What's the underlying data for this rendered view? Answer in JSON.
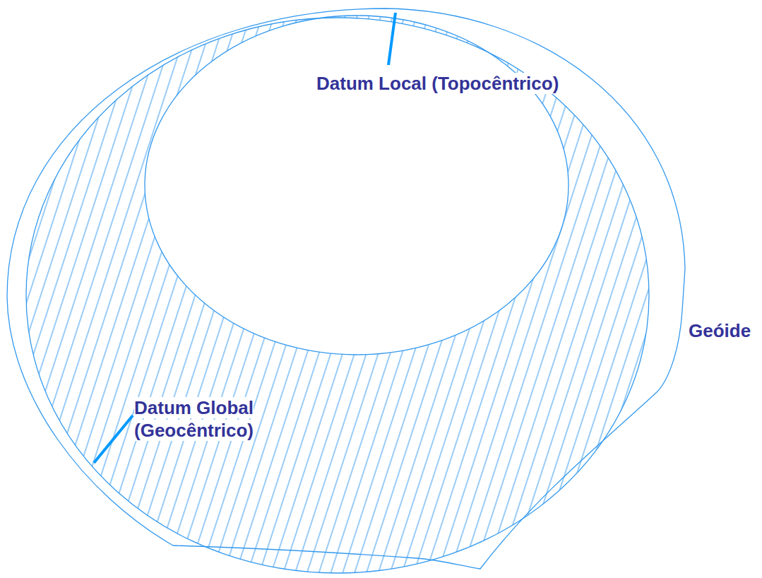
{
  "diagram": {
    "labels": [
      "Datum Local (Topocêntrico)",
      "Geóide",
      "Datum Global (Geocêntrico)"
    ]
  }
}
